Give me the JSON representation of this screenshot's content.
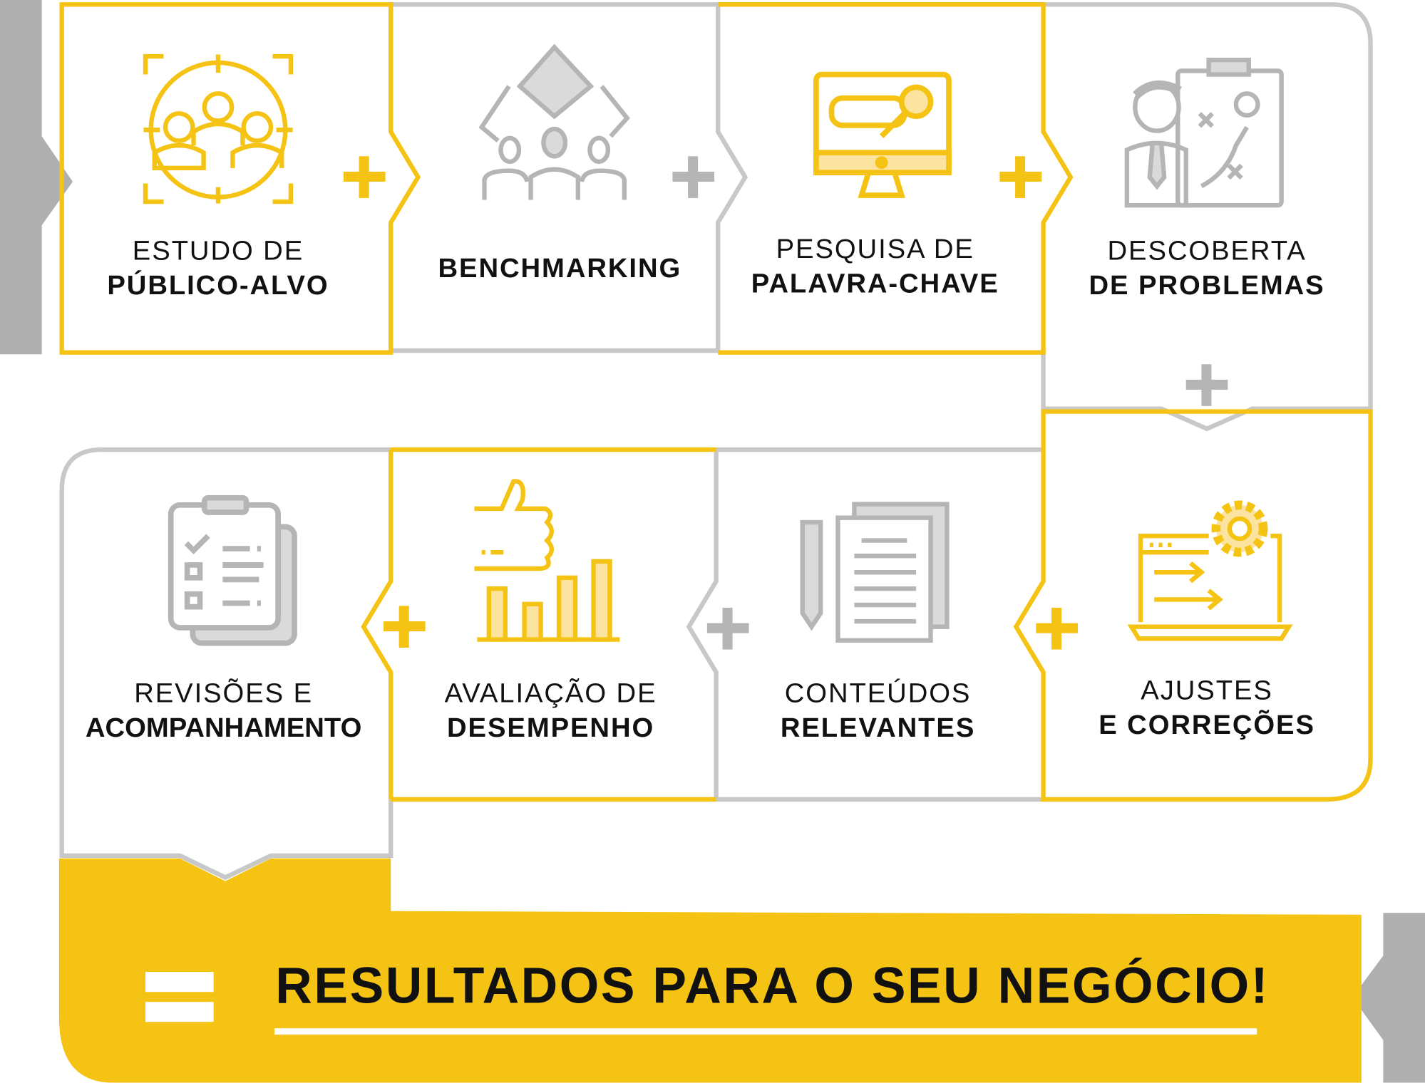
{
  "colors": {
    "accent": "#F5C314",
    "accent_light": "#FCE3A0",
    "gray": "#C8C8C8",
    "gray_dark": "#AFAFAF",
    "icon_gray": "#B5B5B5",
    "text": "#111111"
  },
  "steps": [
    {
      "line1": "ESTUDO DE",
      "line2": "PÚBLICO-ALVO",
      "icon": "target-audience-icon"
    },
    {
      "line1": "",
      "line2": "BENCHMARKING",
      "icon": "team-puzzle-icon"
    },
    {
      "line1": "PESQUISA DE",
      "line2": "PALAVRA-CHAVE",
      "icon": "monitor-key-icon"
    },
    {
      "line1": "DESCOBERTA",
      "line2": "DE PROBLEMAS",
      "icon": "strategy-board-icon"
    },
    {
      "line1": "AJUSTES",
      "line2": "E CORREÇÕES",
      "icon": "browser-gear-icon"
    },
    {
      "line1": "CONTEÚDOS",
      "line2": "RELEVANTES",
      "icon": "document-pencil-icon"
    },
    {
      "line1": "AVALIAÇÃO DE",
      "line2": "DESEMPENHO",
      "icon": "thumbs-up-chart-icon"
    },
    {
      "line1": "REVISÕES E",
      "line2": "ACOMPANHAMENTO",
      "icon": "clipboard-checklist-icon"
    }
  ],
  "operator_plus": "+",
  "operator_equals": "=",
  "result": {
    "title": "RESULTADOS PARA O SEU NEGÓCIO!"
  }
}
